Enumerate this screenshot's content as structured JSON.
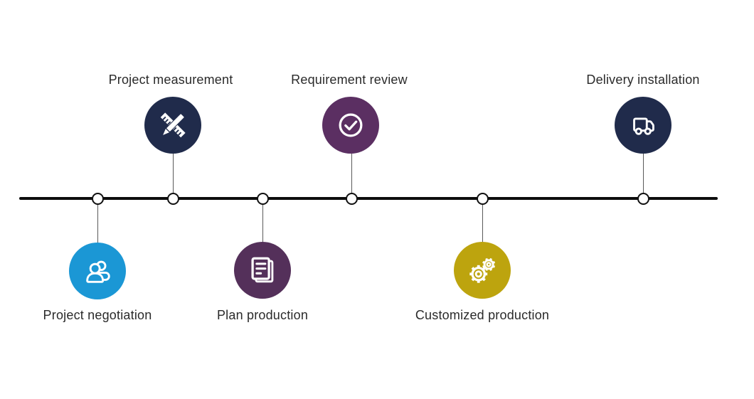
{
  "diagram": {
    "type": "process-timeline",
    "background_color": "#ffffff",
    "axis_color": "#0d0d0d",
    "node_fill": "#ffffff",
    "node_border": "#111111",
    "label_color": "#2a2a2a"
  },
  "steps": [
    {
      "label": "Project negotiation",
      "color": "#1b97d5",
      "icon": "people-icon",
      "position": "below-axis"
    },
    {
      "label": "Project measurement",
      "color": "#202b4b",
      "icon": "ruler-pencil-icon",
      "position": "above-axis"
    },
    {
      "label": "Plan production",
      "color": "#54305a",
      "icon": "document-icon",
      "position": "below-axis"
    },
    {
      "label": "Requirement review",
      "color": "#5b2f62",
      "icon": "check-circle-icon",
      "position": "above-axis"
    },
    {
      "label": "Customized production",
      "color": "#bda40e",
      "icon": "gears-icon",
      "position": "below-axis"
    },
    {
      "label": "Delivery installation",
      "color": "#202b4b",
      "icon": "truck-icon",
      "position": "above-axis"
    }
  ]
}
